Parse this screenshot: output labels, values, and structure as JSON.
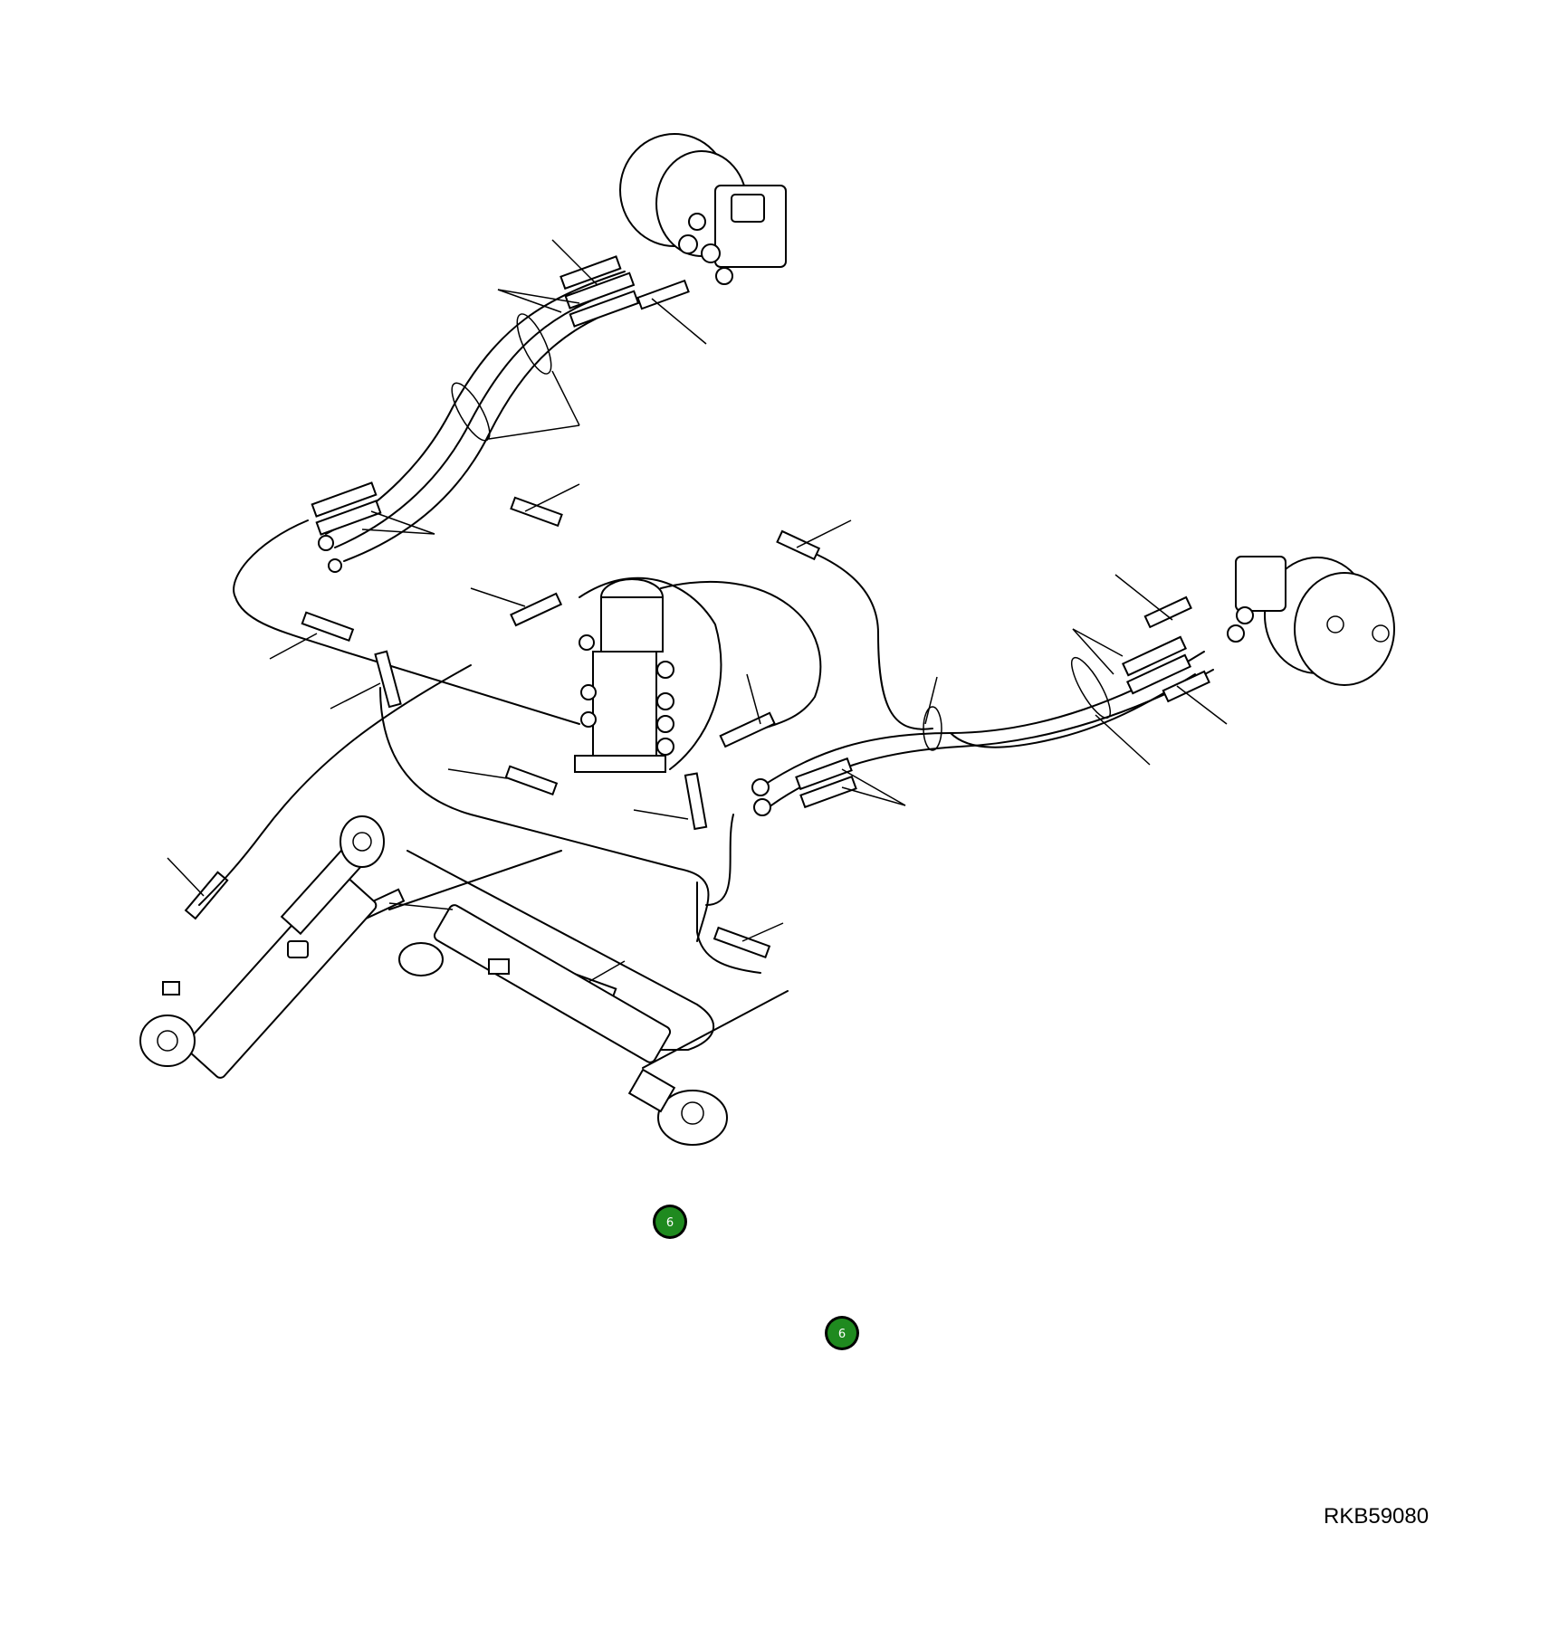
{
  "diagram": {
    "reference_code": "RKB59080",
    "callouts": [
      {
        "label": "6",
        "color": "#1f8a1f"
      },
      {
        "label": "6",
        "color": "#1f8a1f"
      }
    ]
  }
}
